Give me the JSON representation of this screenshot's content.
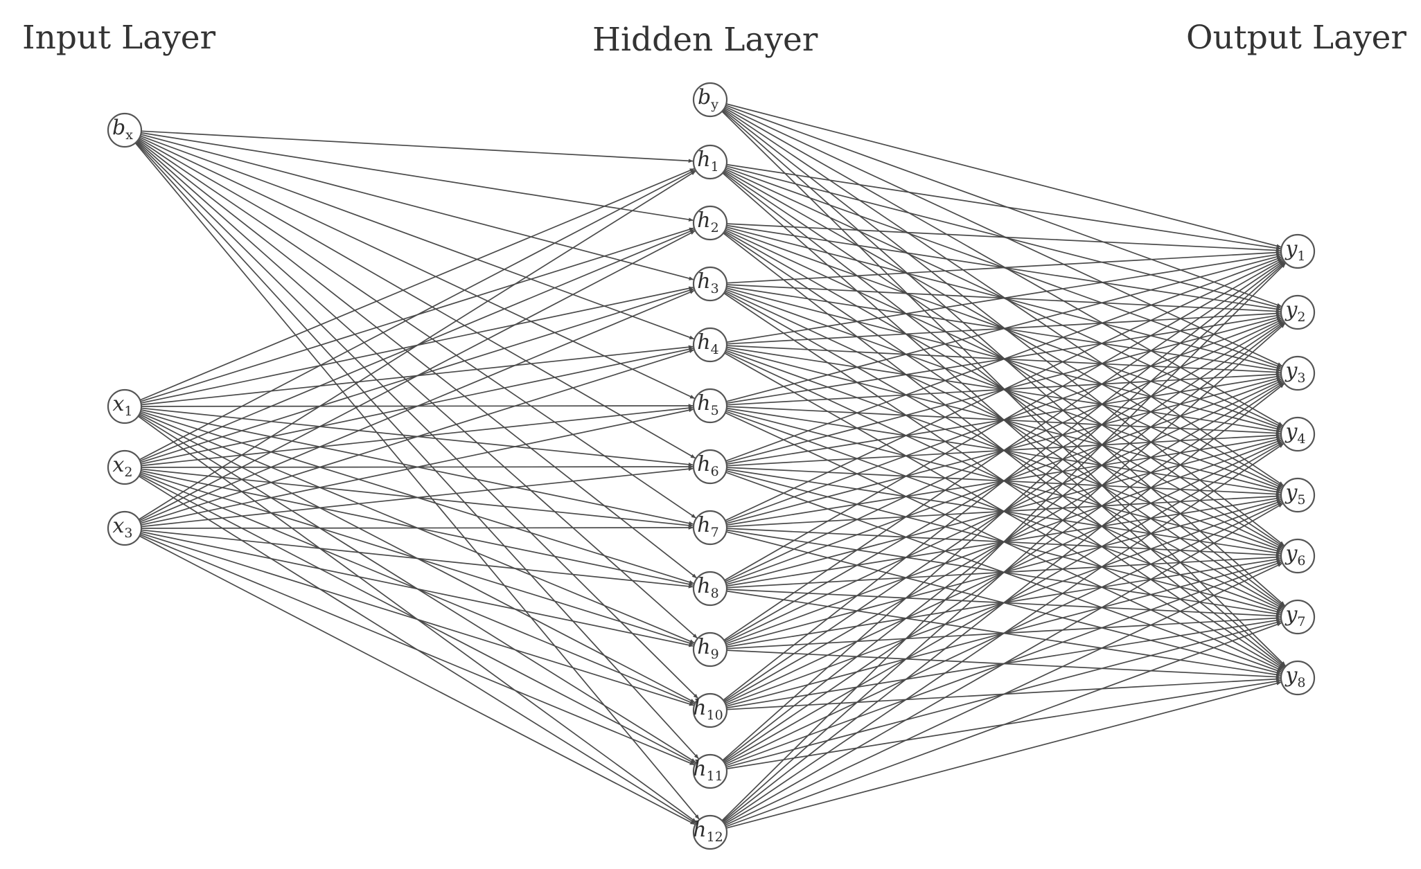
{
  "layers": {
    "input": {
      "title": "Input Layer",
      "bias": {
        "base": "b",
        "sub": "x"
      },
      "nodes": [
        {
          "base": "x",
          "sub": "1"
        },
        {
          "base": "x",
          "sub": "2"
        },
        {
          "base": "x",
          "sub": "3"
        }
      ]
    },
    "hidden": {
      "title": "Hidden Layer",
      "bias": {
        "base": "b",
        "sub": "y"
      },
      "nodes": [
        {
          "base": "h",
          "sub": "1"
        },
        {
          "base": "h",
          "sub": "2"
        },
        {
          "base": "h",
          "sub": "3"
        },
        {
          "base": "h",
          "sub": "4"
        },
        {
          "base": "h",
          "sub": "5"
        },
        {
          "base": "h",
          "sub": "6"
        },
        {
          "base": "h",
          "sub": "7"
        },
        {
          "base": "h",
          "sub": "8"
        },
        {
          "base": "h",
          "sub": "9"
        },
        {
          "base": "h",
          "sub": "10"
        },
        {
          "base": "h",
          "sub": "11"
        },
        {
          "base": "h",
          "sub": "12"
        }
      ]
    },
    "output": {
      "title": "Output Layer",
      "nodes": [
        {
          "base": "y",
          "sub": "1"
        },
        {
          "base": "y",
          "sub": "2"
        },
        {
          "base": "y",
          "sub": "3"
        },
        {
          "base": "y",
          "sub": "4"
        },
        {
          "base": "y",
          "sub": "5"
        },
        {
          "base": "y",
          "sub": "6"
        },
        {
          "base": "y",
          "sub": "7"
        },
        {
          "base": "y",
          "sub": "8"
        }
      ]
    }
  },
  "connectivity": "fully-connected",
  "colors": {
    "edge": "#4a4a4a",
    "node_stroke": "#555555",
    "text": "#333333"
  }
}
